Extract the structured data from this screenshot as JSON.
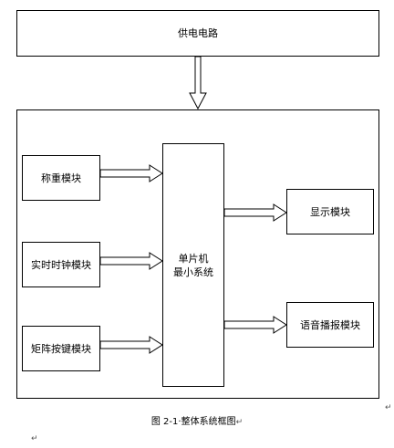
{
  "diagram": {
    "power": "供电电路",
    "weighing": "称重模块",
    "rtc": "实时时钟模块",
    "keypad": "矩阵按键模块",
    "mcu_line1": "单片机",
    "mcu_line2": "最小系统",
    "display": "显示模块",
    "voice": "语音播报模块"
  },
  "caption": "图 2-1·整体系统框图",
  "paragraph_mark": "↵"
}
